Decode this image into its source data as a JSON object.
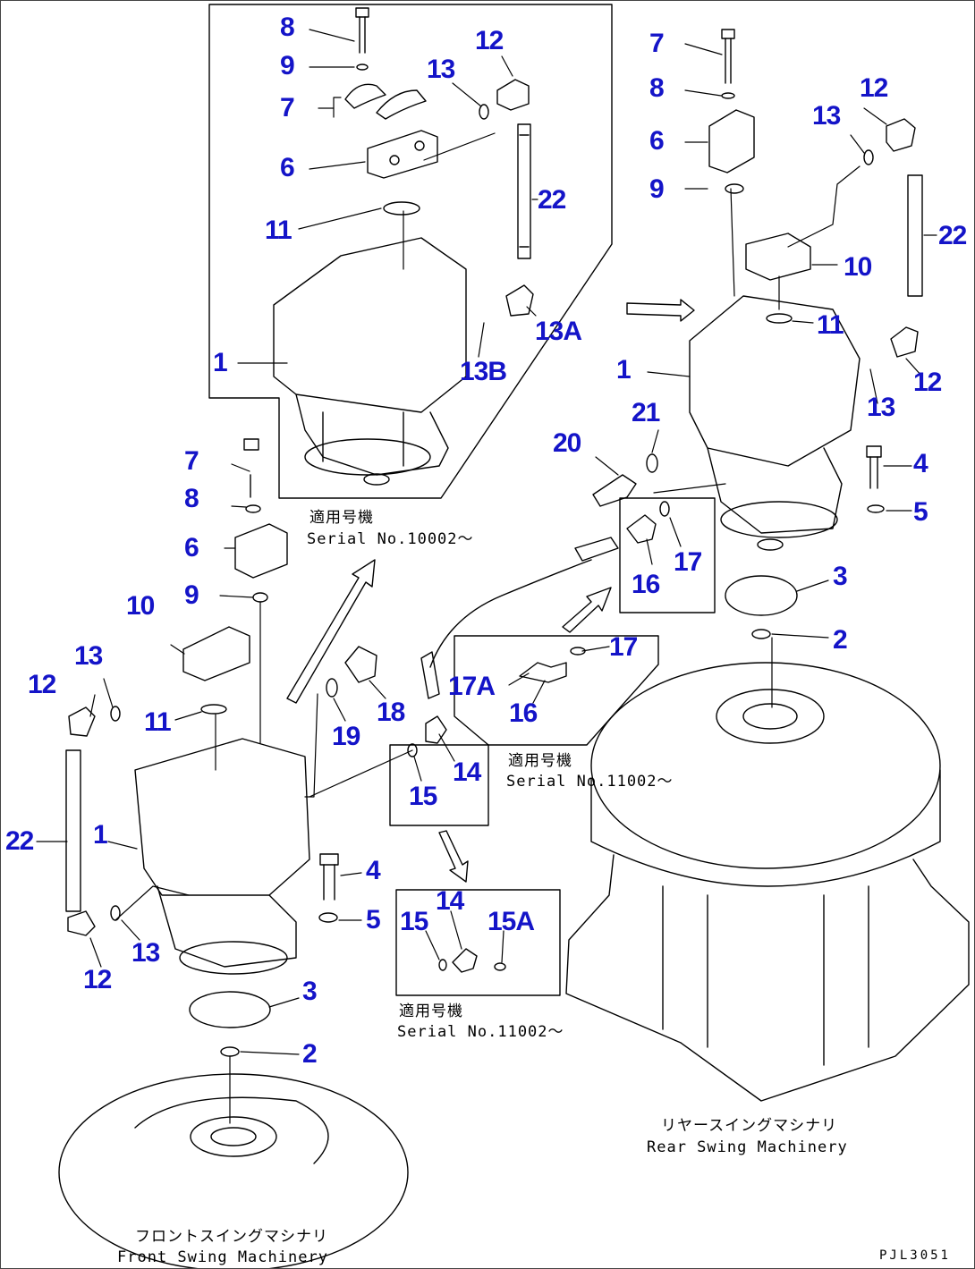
{
  "colors": {
    "label": "#1414c8",
    "line": "#000000",
    "background": "#ffffff"
  },
  "parts": {
    "upper_left": {
      "p8": "8",
      "p9": "9",
      "p7": "7",
      "p6": "6",
      "p11": "11",
      "p12": "12",
      "p13": "13",
      "p22": "22",
      "p13a": "13A",
      "p13b": "13B",
      "p1": "1"
    },
    "upper_right": {
      "p7": "7",
      "p8": "8",
      "p6": "6",
      "p9": "9",
      "p12": "12",
      "p13": "13",
      "p22": "22",
      "p10": "10",
      "p11": "11",
      "p12b": "12",
      "p1": "1",
      "p13b": "13",
      "p21": "21",
      "p20": "20",
      "p4": "4",
      "p5": "5",
      "p17": "17",
      "p16": "16",
      "p3": "3",
      "p2": "2"
    },
    "middle": {
      "p17a": "17A",
      "p17": "17",
      "p16": "16",
      "p19": "19",
      "p18": "18",
      "p14": "14",
      "p15": "15"
    },
    "left": {
      "p7": "7",
      "p8": "8",
      "p6": "6",
      "p9": "9",
      "p10": "10",
      "p13": "13",
      "p12": "12",
      "p11": "11",
      "p22": "22",
      "p1": "1",
      "p4": "4",
      "p5": "5",
      "p12b": "12",
      "p13b": "13",
      "p3": "3",
      "p2": "2"
    },
    "bottom_box": {
      "p14": "14",
      "p15": "15",
      "p15a": "15A"
    }
  },
  "captions": {
    "applicable_top_jp": "適用号機",
    "applicable_top_serial": "Serial No.10002～",
    "applicable_mid_jp": "適用号機",
    "applicable_mid_serial": "Serial No.11002～",
    "applicable_bot_jp": "適用号機",
    "applicable_bot_serial": "Serial No.11002～",
    "rear_jp": "リヤースイングマシナリ",
    "rear_en": "Rear Swing Machinery",
    "front_jp": "フロントスイングマシナリ",
    "front_en": "Front Swing Machinery"
  },
  "drawing_number": "PJL3051"
}
